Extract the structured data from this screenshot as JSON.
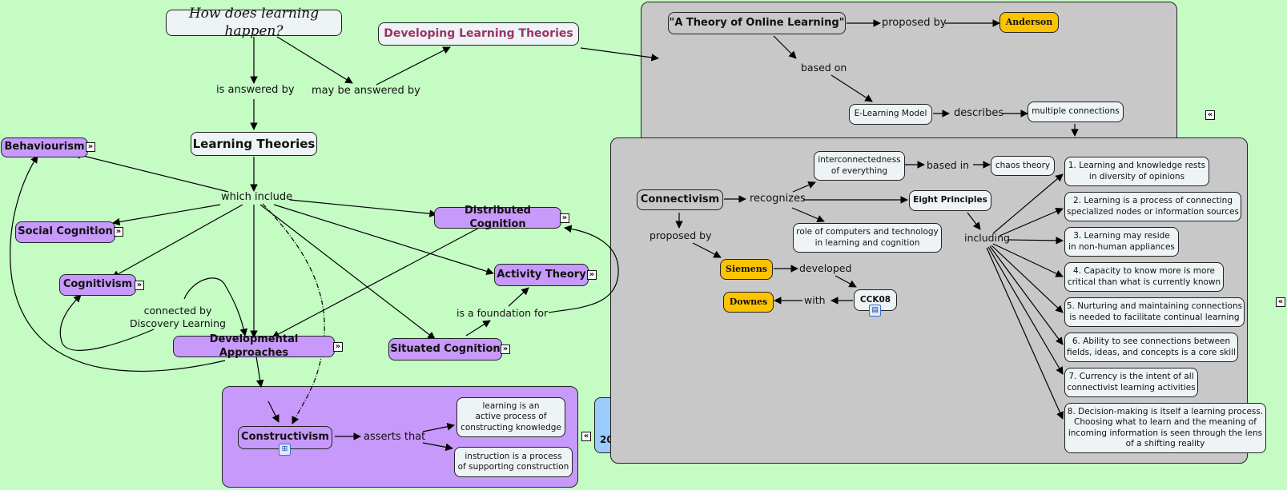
{
  "colors": {
    "background": "#c4fcc4",
    "theory_node": "#c799fb",
    "person_node": "#fcc400",
    "group_gray": "#c8c8c8",
    "group_purple": "#c799fb",
    "concept_node": "#eef3f6",
    "title_accent": "#9b3368",
    "blue_node": "#99ccfc"
  },
  "concepts": {
    "question": "How does learning happen?",
    "developing": "Developing Learning Theories",
    "learning_theories": "Learning Theories",
    "behaviourism": "Behaviourism",
    "social_cognition": "Social Cognition",
    "cognitivism": "Cognitivism",
    "developmental": "Developmental Approaches",
    "distributed": "Distributed Cognition",
    "activity_theory": "Activity Theory",
    "situated": "Situated Cognition",
    "constructivism": "Constructivism",
    "active_process": "learning is an\nactive process of\nconstructing knowledge",
    "instruction_process": "instruction is a process\nof supporting construction",
    "online_theory": "\"A Theory of Online Learning\"",
    "anderson": "Anderson",
    "elearning_model": "E-Learning Model",
    "multiple_connections": "multiple connections",
    "connectivism": "Connectivism",
    "interconnectedness": "interconnectedness\nof everything",
    "chaos_theory": "chaos theory",
    "eight_principles": "Eight Principles",
    "role_computers": "role of computers and technology\nin learning and cognition",
    "siemens": "Siemens",
    "downes": "Downes",
    "cck08": "CCK08",
    "blue_partial": "20"
  },
  "principles": [
    "1. Learning and knowledge rests\nin diversity of opinions",
    "2. Learning is a process of connecting\nspecialized nodes or information sources",
    "3. Learning may reside\nin non-human appliances",
    "4. Capacity to know more is more\ncritical than what is currently known",
    "5. Nurturing and maintaining connections\nis needed to facilitate continual learning",
    "6. Ability to see connections between\nfields, ideas, and concepts is a core skill",
    "7. Currency is the intent of all\nconnectivist learning activities",
    "8. Decision-making is itself a learning process.\nChoosing what to learn and the meaning of\nincoming information is seen through the lens\nof a shifting reality"
  ],
  "linking_phrases": {
    "is_answered_by": "is answered by",
    "may_be_answered_by": "may be answered by",
    "which_include": "which include",
    "connected_by": "connected by\nDiscovery Learning",
    "foundation_for": "is a foundation for",
    "asserts_that": "asserts that",
    "proposed_by_anderson": "proposed by",
    "based_on": "based on",
    "describes": "describes",
    "recognizes": "recognizes",
    "based_in": "based in",
    "including": "including",
    "proposed_by_siemens": "proposed by",
    "developed": "developed",
    "with": "with"
  },
  "icons": {
    "expand": "»",
    "collapse": "«",
    "concept_map_resource": "⊞",
    "document_resource": "▤"
  }
}
